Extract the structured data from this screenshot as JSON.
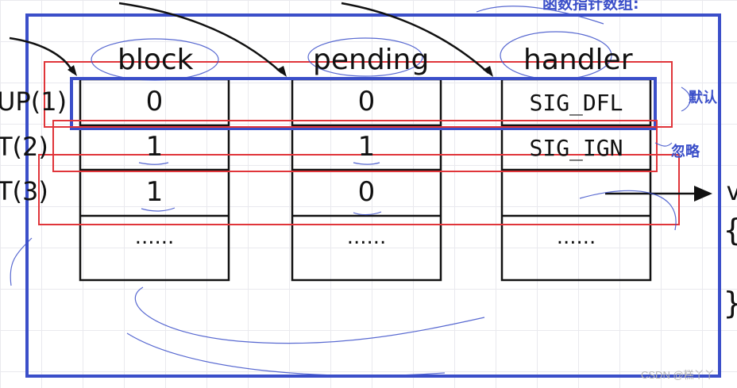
{
  "top_note": "函数指针数组:",
  "columns": [
    "block",
    "pending",
    "handler"
  ],
  "row_labels": [
    "UP(1)",
    "T(2)",
    "T(3)"
  ],
  "rows": [
    {
      "block": "0",
      "pending": "0",
      "handler": "SIG_DFL"
    },
    {
      "block": "1",
      "pending": "1",
      "handler": "SIG_IGN"
    },
    {
      "block": "1",
      "pending": "0",
      "handler": ""
    },
    {
      "block": "......",
      "pending": "......",
      "handler": "......"
    }
  ],
  "annotations": {
    "default_label": "默认",
    "ignore_label": "忽略"
  },
  "right_edge": {
    "v": "v",
    "open_brace": "{",
    "close_brace": "}"
  },
  "watermark": "CSDN @糕丫丫",
  "colors": {
    "frame_blue": "#3b4fc9",
    "highlight_red": "#e0353a",
    "ink": "#111111"
  }
}
